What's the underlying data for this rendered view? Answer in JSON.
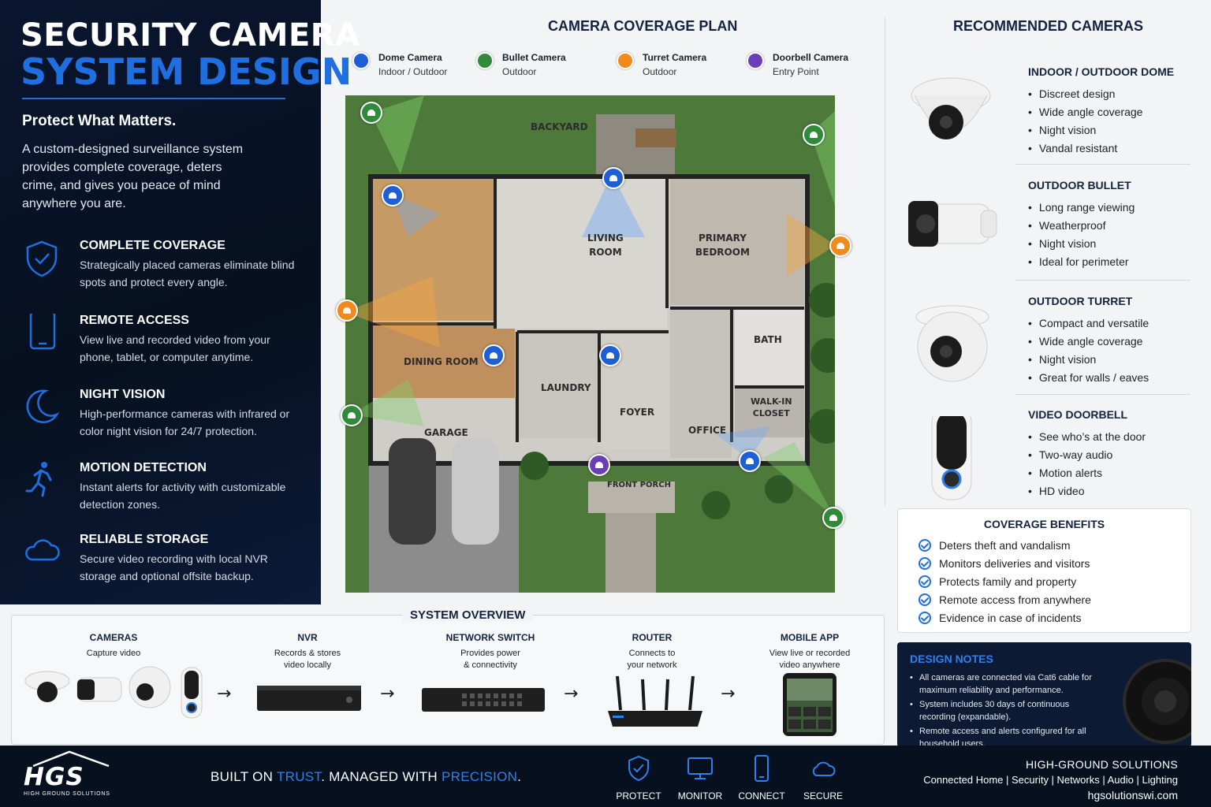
{
  "header": {
    "title_line1": "SECURITY CAMERA",
    "title_line2": "SYSTEM DESIGN",
    "tagline": "Protect What Matters.",
    "intro": "A custom-designed surveillance system provides complete coverage, deters crime, and gives you peace of mind anywhere you are."
  },
  "features": [
    {
      "icon": "shield-check-icon",
      "title": "COMPLETE COVERAGE",
      "desc": "Strategically placed cameras eliminate blind spots and protect every angle."
    },
    {
      "icon": "phone-icon",
      "title": "REMOTE ACCESS",
      "desc": "View live and recorded video from your phone, tablet, or computer anytime."
    },
    {
      "icon": "moon-icon",
      "title": "NIGHT VISION",
      "desc": "High-performance cameras with infrared or color night vision for 24/7 protection."
    },
    {
      "icon": "running-person-icon",
      "title": "MOTION DETECTION",
      "desc": "Instant alerts for activity with customizable detection zones."
    },
    {
      "icon": "cloud-icon",
      "title": "RELIABLE STORAGE",
      "desc": "Secure video recording with local NVR storage and optional offsite backup."
    }
  ],
  "plan": {
    "title": "CAMERA COVERAGE PLAN",
    "legend": [
      {
        "name": "Dome Camera",
        "sub": "Indoor / Outdoor",
        "color": "#1f5fd6"
      },
      {
        "name": "Bullet Camera",
        "sub": "Outdoor",
        "color": "#2f8a3a"
      },
      {
        "name": "Turret Camera",
        "sub": "Outdoor",
        "color": "#f08a1c"
      },
      {
        "name": "Doorbell Camera",
        "sub": "Entry Point",
        "color": "#6a3fb5"
      }
    ],
    "rooms": {
      "backyard": "BACKYARD",
      "living": "LIVING\nROOM",
      "bedroom": "PRIMARY\nBEDROOM",
      "dining": "DINING ROOM",
      "laundry": "LAUNDRY",
      "bath": "BATH",
      "foyer": "FOYER",
      "office": "OFFICE",
      "closet": "WALK-IN\nCLOSET",
      "garage": "GARAGE",
      "porch": "FRONT PORCH"
    }
  },
  "recommended": {
    "title": "RECOMMENDED CAMERAS",
    "products": [
      {
        "title": "INDOOR / OUTDOOR DOME",
        "features": [
          "Discreet design",
          "Wide angle coverage",
          "Night vision",
          "Vandal resistant"
        ]
      },
      {
        "title": "OUTDOOR BULLET",
        "features": [
          "Long range viewing",
          "Weatherproof",
          "Night vision",
          "Ideal for perimeter"
        ]
      },
      {
        "title": "OUTDOOR TURRET",
        "features": [
          "Compact and versatile",
          "Wide angle coverage",
          "Night vision",
          "Great for walls / eaves"
        ]
      },
      {
        "title": "VIDEO DOORBELL",
        "features": [
          "See who’s at the door",
          "Two-way audio",
          "Motion alerts",
          "HD video"
        ]
      }
    ]
  },
  "benefits": {
    "title": "COVERAGE BENEFITS",
    "items": [
      "Deters theft and vandalism",
      "Monitors deliveries and visitors",
      "Protects family and property",
      "Remote access from anywhere",
      "Evidence in case of incidents"
    ]
  },
  "notes": {
    "title": "DESIGN NOTES",
    "items": [
      "All cameras are connected via Cat6 cable for maximum reliability and performance.",
      "System includes 30 days of continuous recording (expandable).",
      "Remote access and alerts configured for all household users."
    ]
  },
  "system": {
    "title": "SYSTEM OVERVIEW",
    "steps": [
      {
        "title": "CAMERAS",
        "desc": "Capture video"
      },
      {
        "title": "NVR",
        "desc": "Records & stores\nvideo locally"
      },
      {
        "title": "NETWORK SWITCH",
        "desc": "Provides power\n& connectivity"
      },
      {
        "title": "ROUTER",
        "desc": "Connects to\nyour network"
      },
      {
        "title": "MOBILE APP",
        "desc": "View live or recorded\nvideo anywhere"
      }
    ]
  },
  "footer": {
    "logo": "HGS",
    "logo_sub": "HIGH GROUND SOLUTIONS",
    "slogan_a": "BUILT ON ",
    "slogan_b": "TRUST",
    "slogan_c": ". MANAGED WITH ",
    "slogan_d": "PRECISION",
    "slogan_e": ".",
    "icons": [
      {
        "icon": "shield-check-icon",
        "label": "PROTECT"
      },
      {
        "icon": "monitor-icon",
        "label": "MONITOR"
      },
      {
        "icon": "phone-icon",
        "label": "CONNECT"
      },
      {
        "icon": "cloud-icon",
        "label": "SECURE"
      }
    ],
    "company": "HIGH-GROUND SOLUTIONS",
    "services": "Connected Home | Security | Networks | Audio | Lighting",
    "website": "hgsolutionswi.com"
  },
  "colors": {
    "accent": "#1f6fe0",
    "navy": "#06101f",
    "dome": "#1f5fd6",
    "bullet": "#2f8a3a",
    "turret": "#f08a1c",
    "doorbell": "#6a3fb5"
  }
}
